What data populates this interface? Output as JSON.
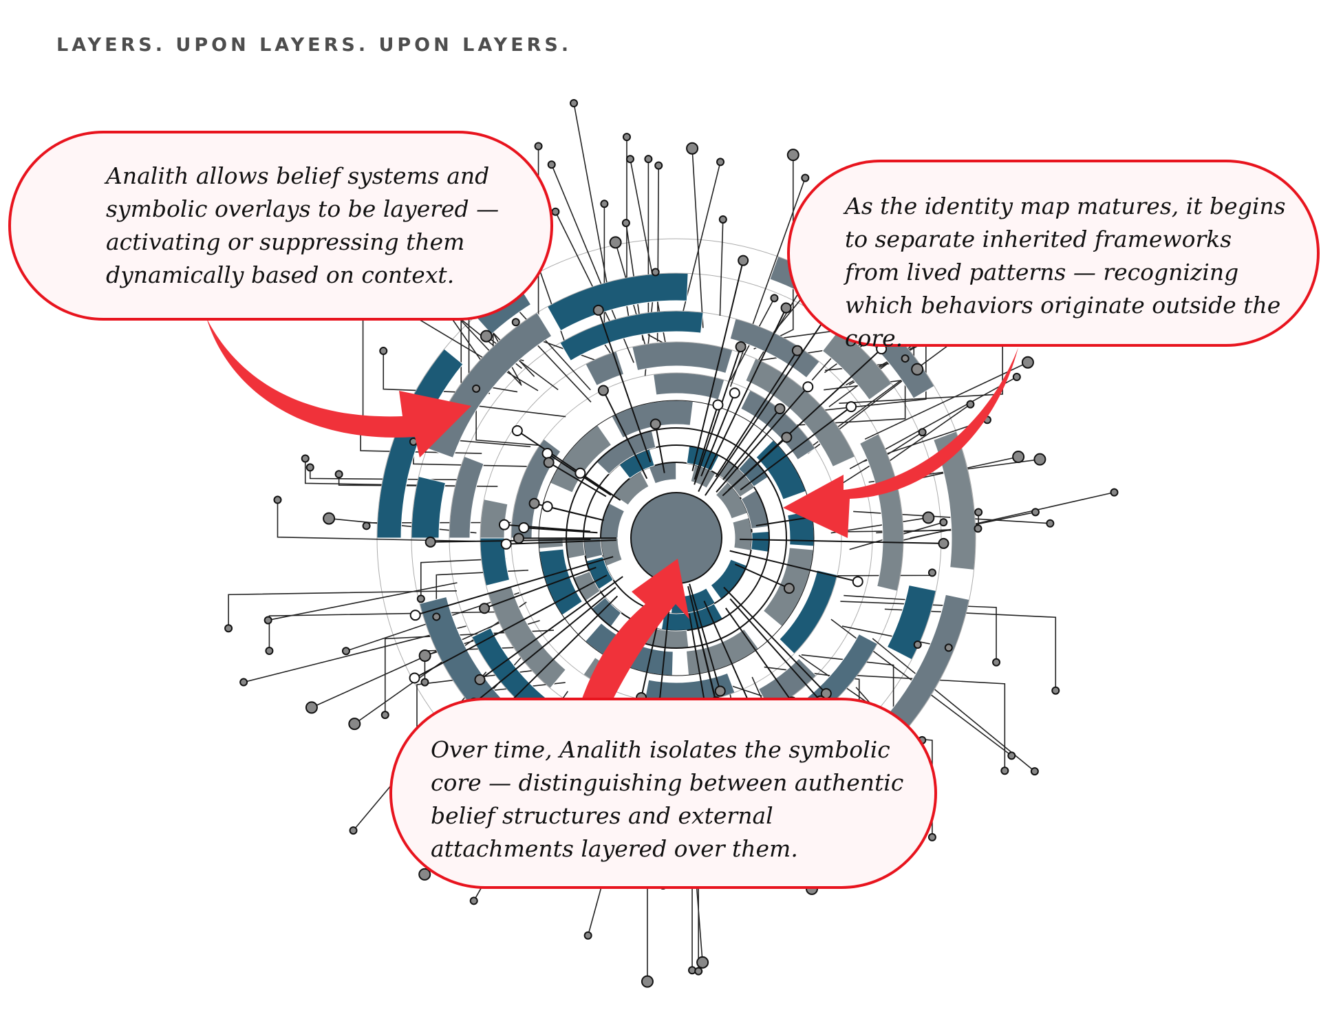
{
  "page": {
    "title": "Layers. Upon layers. Upon layers."
  },
  "callouts": {
    "left": "Analith allows belief systems and symbolic overlays to be layered — activating or suppressing them dynamically based on context.",
    "right": "As the identity map matures, it begins to separate inherited frameworks from lived patterns — recognizing which behaviors originate outside the core.",
    "bottom": "Over time, Analith isolates the symbolic core — distinguishing between authentic belief structures and external attachments layered over them."
  },
  "colors": {
    "accent_red": "#f0323a",
    "callout_border": "#e8141e",
    "callout_fill": "#fff6f7",
    "teal": "#1c5a76",
    "slate": "#4f6d7e",
    "gray": "#6b7a84",
    "light_gray": "#7b868c",
    "line": "#222222",
    "node": "#888888"
  },
  "icons": {
    "arrows": "curved-arrow-icon",
    "nodes": "circuit-node-icon"
  }
}
